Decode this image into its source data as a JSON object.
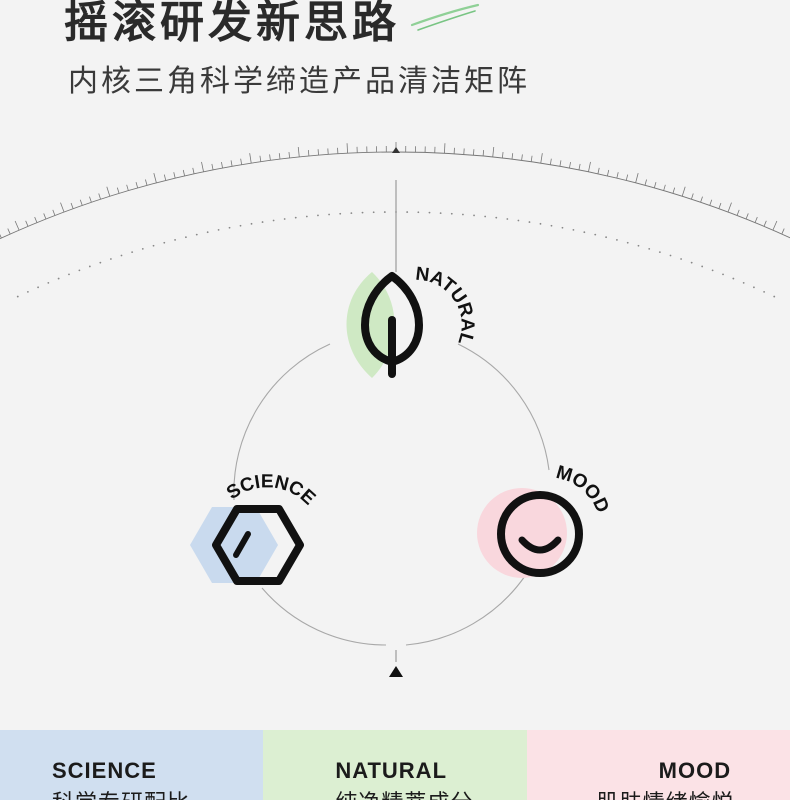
{
  "header": {
    "title": "摇滚研发新思路",
    "subtitle": "内核三角科学缔造产品清洁矩阵"
  },
  "diagram": {
    "nodes": [
      {
        "key": "natural",
        "label": "NATURAL",
        "icon": "leaf-icon",
        "accent": "#cfe9c4"
      },
      {
        "key": "science",
        "label": "SCIENCE",
        "icon": "hexagon-icon",
        "accent": "#c9daee"
      },
      {
        "key": "mood",
        "label": "MOOD",
        "icon": "smile-icon",
        "accent": "#f9d7dd"
      }
    ]
  },
  "panels": [
    {
      "key": "science",
      "en": "SCIENCE",
      "zh": "科学专研配比",
      "color": "#d0dff0"
    },
    {
      "key": "natural",
      "en": "NATURAL",
      "zh": "纯净精萃成分",
      "color": "#dcefd2"
    },
    {
      "key": "mood",
      "en": "MOOD",
      "zh": "肌肤情绪愉悦",
      "color": "#fbe2e6"
    }
  ]
}
